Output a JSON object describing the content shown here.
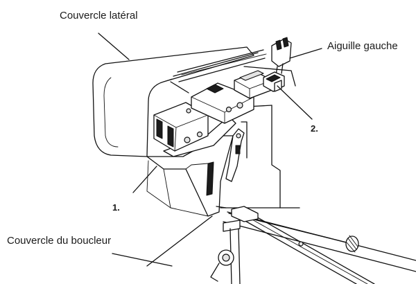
{
  "labels": {
    "side_cover": "Couvercle latéral",
    "left_needle": "Aiguille gauche",
    "looper_cover": "Couvercle du boucleur",
    "callout_1": "1.",
    "callout_2": "2."
  }
}
